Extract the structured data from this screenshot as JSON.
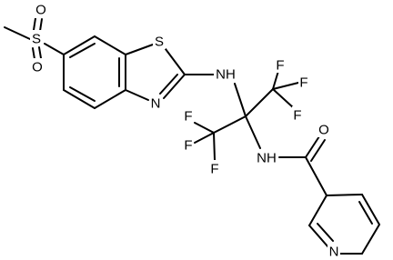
{
  "molecule": {
    "atom_labels": {
      "s_sulfonyl": "S",
      "o_sulfonyl_top": "O",
      "o_sulfonyl_bottom": "O",
      "s_thiazole": "S",
      "n_thiazole": "N",
      "nh_amino": "NH",
      "f1": "F",
      "f2": "F",
      "f3": "F",
      "f4": "F",
      "f5": "F",
      "f6": "F",
      "nh_amide": "NH",
      "o_carbonyl": "O",
      "n_pyridine": "N"
    }
  }
}
